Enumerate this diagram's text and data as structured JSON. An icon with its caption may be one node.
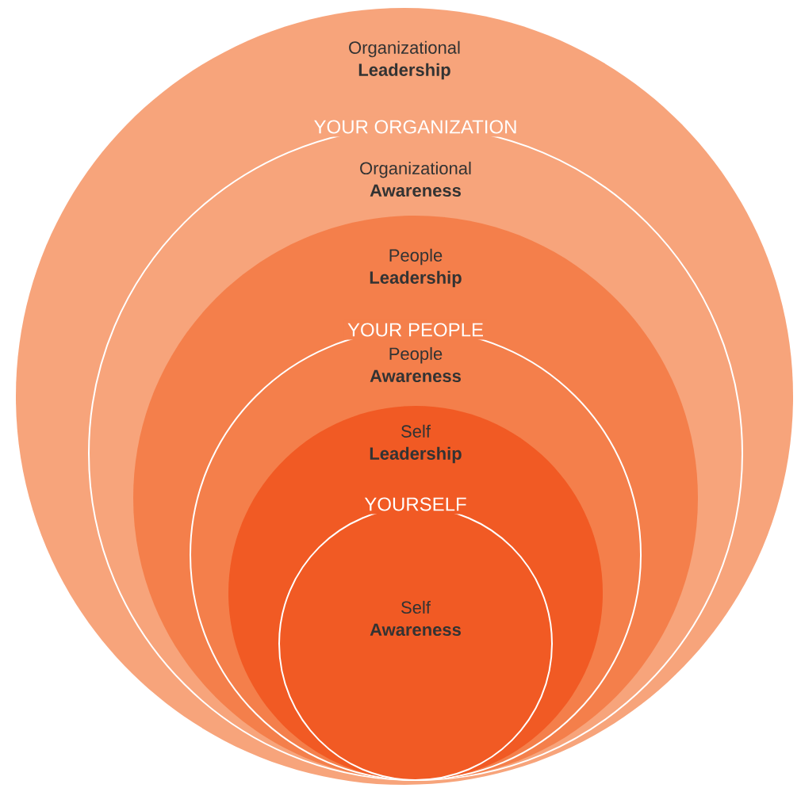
{
  "diagram": {
    "nodes": [
      {
        "text": [
          "Organizational **Leadership**"
        ]
      },
      {
        "text": [
          "YOUR ORGANIZATION",
          "Organizational **Awareness**"
        ],
        "in": 0
      },
      {
        "text": [
          "People **Leadership**"
        ],
        "in": 1
      },
      {
        "text": [
          "YOUR PEOPLE",
          "People **Awareness**"
        ],
        "in": 2
      },
      {
        "text": [
          "Self **Leadership**"
        ],
        "in": 3
      },
      {
        "text": [
          "YOURSELF",
          "Self **Awareness**"
        ],
        "in": 4
      }
    ]
  }
}
